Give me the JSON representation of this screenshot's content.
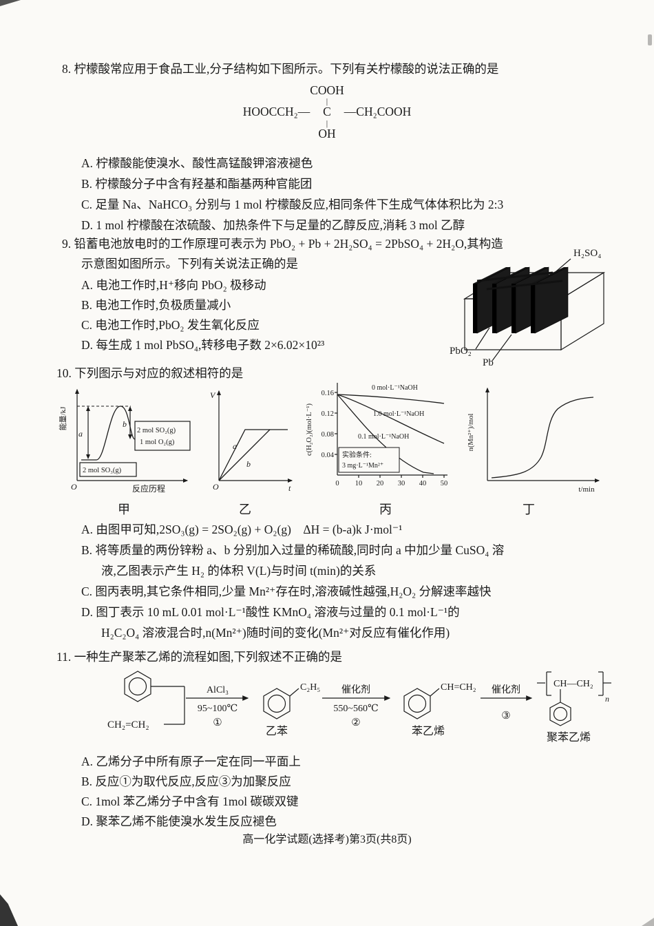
{
  "page": {
    "footer": "高一化学试题(选择考)第3页(共8页)"
  },
  "q8": {
    "stem": "8. 柠檬酸常应用于食品工业,分子结构如下图所示。下列有关柠檬酸的说法正确的是",
    "structure": {
      "top": "COOH",
      "bond": "|",
      "left": "HOOCCH₂—",
      "center": "C",
      "right": "—CH₂COOH",
      "bottom": "OH"
    },
    "options": [
      "A. 柠檬酸能使溴水、酸性高锰酸钾溶液褪色",
      "B. 柠檬酸分子中含有羟基和酯基两种官能团",
      "C. 足量 Na、NaHCO₃ 分别与 1 mol 柠檬酸反应,相同条件下生成气体体积比为 2:3",
      "D. 1 mol 柠檬酸在浓硫酸、加热条件下与足量的乙醇反应,消耗 3 mol 乙醇"
    ]
  },
  "q9": {
    "stem_lines": [
      "9. 铅蓄电池放电时的工作原理可表示为 PbO₂ + Pb + 2H₂SO₄ = 2PbSO₄ + 2H₂O,其构造",
      "示意图如图所示。下列有关说法正确的是"
    ],
    "options": [
      "A. 电池工作时,H⁺移向 PbO₂ 极移动",
      "B. 电池工作时,负极质量减小",
      "C. 电池工作时,PbO₂ 发生氧化反应",
      "D. 每生成 1 mol PbSO₄,转移电子数 2×6.02×10²³"
    ],
    "battery": {
      "electrolyte": "H₂SO₄",
      "cathode": "PbO₂",
      "anode": "Pb"
    }
  },
  "q10": {
    "stem": "10. 下列图示与对应的叙述相符的是",
    "graph_labels": [
      "甲",
      "乙",
      "丙",
      "丁"
    ],
    "jia": {
      "ylabel": "能量/kJ",
      "xlabel": "反应历程",
      "origin": "O",
      "a": "a",
      "b": "b",
      "products_line1": "2 mol SO₂(g)",
      "products_line2": "1 mol O₂(g)",
      "reactant": "2 mol SO₃(g)"
    },
    "yi": {
      "ylabel": "V",
      "xlabel": "t",
      "origin": "O",
      "a": "a",
      "b": "b"
    },
    "bing": {
      "ylabel": "c(H₂O₂)(mol·L⁻¹)",
      "yticks": [
        "0.16",
        "0.12",
        "0.08",
        "0.04"
      ],
      "xticks": [
        "0",
        "10",
        "20",
        "30",
        "40",
        "50"
      ],
      "curve_labels": [
        "0 mol·L⁻¹NaOH",
        "1.0 mol·L⁻¹NaOH",
        "0.1 mol·L⁻¹NaOH"
      ],
      "condition_line1": "实验条件:",
      "condition_line2": "3 mg·L⁻¹Mn²⁺",
      "curves_estimate": {
        "x": [
          0,
          10,
          20,
          30,
          40,
          50
        ],
        "NaOH_0": [
          0.155,
          0.15,
          0.146,
          0.142,
          0.138,
          0.134
        ],
        "NaOH_1.0": [
          0.155,
          0.128,
          0.104,
          0.082,
          0.064,
          0.05
        ],
        "NaOH_0.1": [
          0.155,
          0.1,
          0.055,
          0.025,
          0.008,
          0.002
        ]
      }
    },
    "ding": {
      "ylabel": "n(Mn²⁺)/mol",
      "xlabel": "t/min"
    },
    "options": [
      "A. 由图甲可知,2SO₃(g) = 2SO₂(g) + O₂(g)　ΔH = (b-a)k J·mol⁻¹",
      "B. 将等质量的两份锌粉 a、b 分别加入过量的稀硫酸,同时向 a 中加少量 CuSO₄ 溶",
      "液,乙图表示产生 H₂ 的体积 V(L)与时间 t(min)的关系",
      "C. 图丙表明,其它条件相同,少量 Mn²⁺存在时,溶液碱性越强,H₂O₂ 分解速率越快",
      "D. 图丁表示 10 mL 0.01 mol·L⁻¹酸性 KMnO₄ 溶液与过量的 0.1 mol·L⁻¹的",
      "H₂C₂O₄ 溶液混合时,n(Mn²⁺)随时间的变化(Mn²⁺对反应有催化作用)"
    ]
  },
  "q11": {
    "stem": "11. 一种生产聚苯乙烯的流程如图,下列叙述不正确的是",
    "flow": {
      "reactant": "CH₂=CH₂",
      "step1_top": "AlCl₃",
      "step1_temp": "95~100℃",
      "step1_num": "①",
      "product1": "乙苯",
      "group1": "C₂H₅",
      "step2_top": "催化剂",
      "step2_temp": "550~560℃",
      "step2_num": "②",
      "product2": "苯乙烯",
      "group2": "CH=CH₂",
      "step3_top": "催化剂",
      "step3_num": "③",
      "product3": "聚苯乙烯",
      "unit": "CH—CH₂",
      "n": "n"
    },
    "options": [
      "A. 乙烯分子中所有原子一定在同一平面上",
      "B. 反应①为取代反应,反应③为加聚反应",
      "C. 1mol 苯乙烯分子中含有 1mol 碳碳双键",
      "D. 聚苯乙烯不能使溴水发生反应褪色"
    ]
  }
}
